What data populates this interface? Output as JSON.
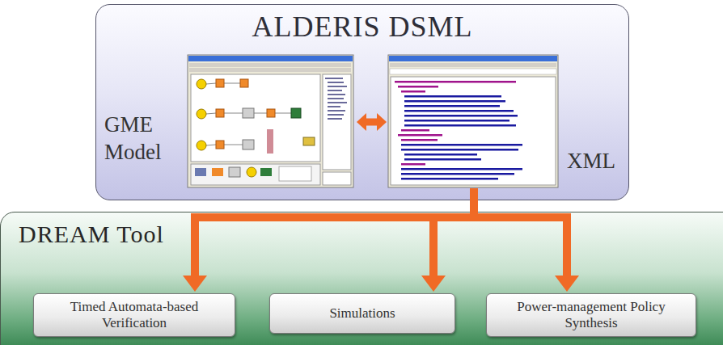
{
  "diagram": {
    "nodes": [
      {
        "text": [
          "ALDERIS DSML"
        ]
      },
      {
        "text": [
          "GME Model"
        ],
        "in": 0
      },
      {
        "text": [
          "XML"
        ],
        "in": 0
      },
      {
        "text": [
          "DREAM Tool"
        ]
      },
      {
        "text": [
          "Timed Automata-based Verification"
        ],
        "in": 3
      },
      {
        "text": [
          "Simulations"
        ],
        "in": 3
      },
      {
        "text": [
          "Power-management Policy Synthesis"
        ],
        "in": 3
      }
    ],
    "edges": [
      {
        "from": 1,
        "to": 2,
        "arrow": "both"
      },
      {
        "from": 2,
        "to": 4,
        "arrow": "to"
      },
      {
        "from": 2,
        "to": 5,
        "arrow": "to"
      },
      {
        "from": 2,
        "to": 6,
        "arrow": "to"
      }
    ]
  }
}
